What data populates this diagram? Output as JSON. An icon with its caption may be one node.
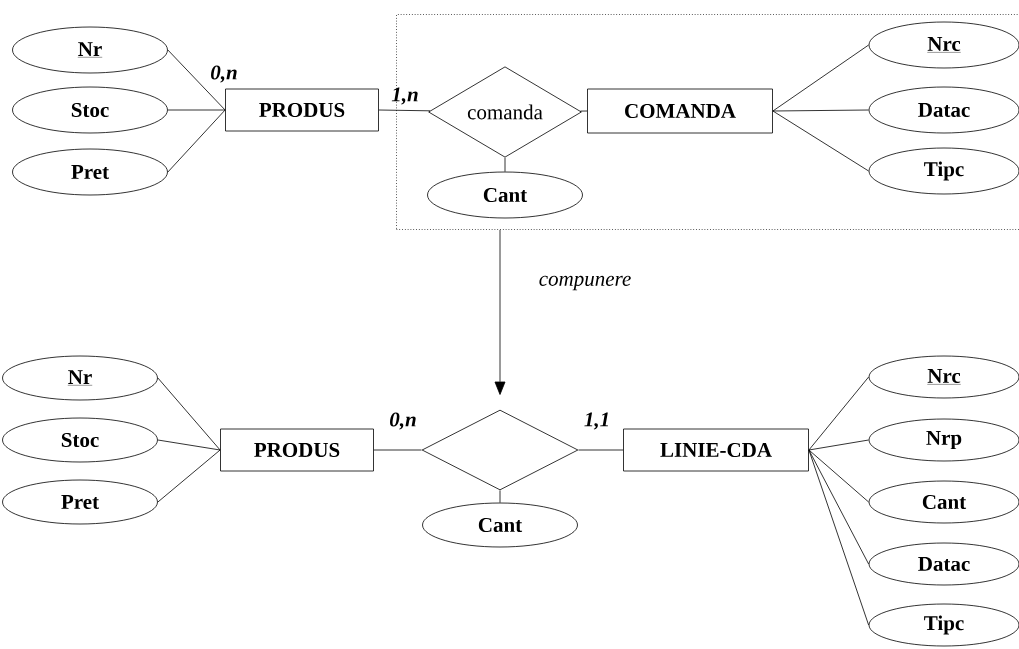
{
  "diagram": {
    "nodes": [
      {
        "text": [
          "Nr"
        ]
      },
      {
        "text": [
          "Stoc"
        ]
      },
      {
        "text": [
          "Pret"
        ]
      },
      {
        "text": [
          "PRODUS"
        ]
      },
      {
        "text": [],
        "shape": "box"
      },
      {
        "text": [
          "comanda"
        ],
        "in": 4
      },
      {
        "text": [
          "COMANDA"
        ],
        "in": 4
      },
      {
        "text": [
          "Cant"
        ],
        "in": 4
      },
      {
        "text": [
          "Nrc"
        ],
        "in": 4
      },
      {
        "text": [
          "Datac"
        ],
        "in": 4
      },
      {
        "text": [
          "Tipc"
        ],
        "in": 4
      },
      {
        "text": [
          "Nr"
        ]
      },
      {
        "text": [
          "Stoc"
        ]
      },
      {
        "text": [
          "Pret"
        ]
      },
      {
        "text": [
          "PRODUS"
        ]
      },
      {
        "text": [],
        "shape": "diamond"
      },
      {
        "text": [
          "LINIE-CDA"
        ]
      },
      {
        "text": [
          "Cant"
        ]
      },
      {
        "text": [
          "Nrc"
        ]
      },
      {
        "text": [
          "Nrp"
        ]
      },
      {
        "text": [
          "Cant"
        ]
      },
      {
        "text": [
          "Datac"
        ]
      },
      {
        "text": [
          "Tipc"
        ]
      }
    ],
    "edges": [
      {
        "from": 0,
        "to": 3,
        "arrow": "none"
      },
      {
        "from": 1,
        "to": 3,
        "arrow": "none"
      },
      {
        "from": 2,
        "to": 3,
        "arrow": "none"
      },
      {
        "from": 3,
        "to": 5,
        "arrow": "none",
        "label": "1,n"
      },
      {
        "from": 5,
        "to": 6,
        "arrow": "none"
      },
      {
        "from": 5,
        "to": 7,
        "arrow": "none"
      },
      {
        "from": 6,
        "to": 8,
        "arrow": "none"
      },
      {
        "from": 6,
        "to": 9,
        "arrow": "none"
      },
      {
        "from": 6,
        "to": 10,
        "arrow": "none"
      },
      {
        "from": 4,
        "to": 15,
        "arrow": "to",
        "label": "compunere"
      },
      {
        "from": 11,
        "to": 14,
        "arrow": "none"
      },
      {
        "from": 12,
        "to": 14,
        "arrow": "none"
      },
      {
        "from": 13,
        "to": 14,
        "arrow": "none"
      },
      {
        "from": 14,
        "to": 15,
        "arrow": "none",
        "label": "0,n"
      },
      {
        "from": 15,
        "to": 16,
        "arrow": "none",
        "label": "1,1"
      },
      {
        "from": 15,
        "to": 17,
        "arrow": "none"
      },
      {
        "from": 16,
        "to": 18,
        "arrow": "none"
      },
      {
        "from": 16,
        "to": 19,
        "arrow": "none"
      },
      {
        "from": 16,
        "to": 20,
        "arrow": "none"
      },
      {
        "from": 16,
        "to": 21,
        "arrow": "none"
      },
      {
        "from": 16,
        "to": 22,
        "arrow": "none"
      }
    ],
    "labels": [
      "0,n"
    ]
  }
}
